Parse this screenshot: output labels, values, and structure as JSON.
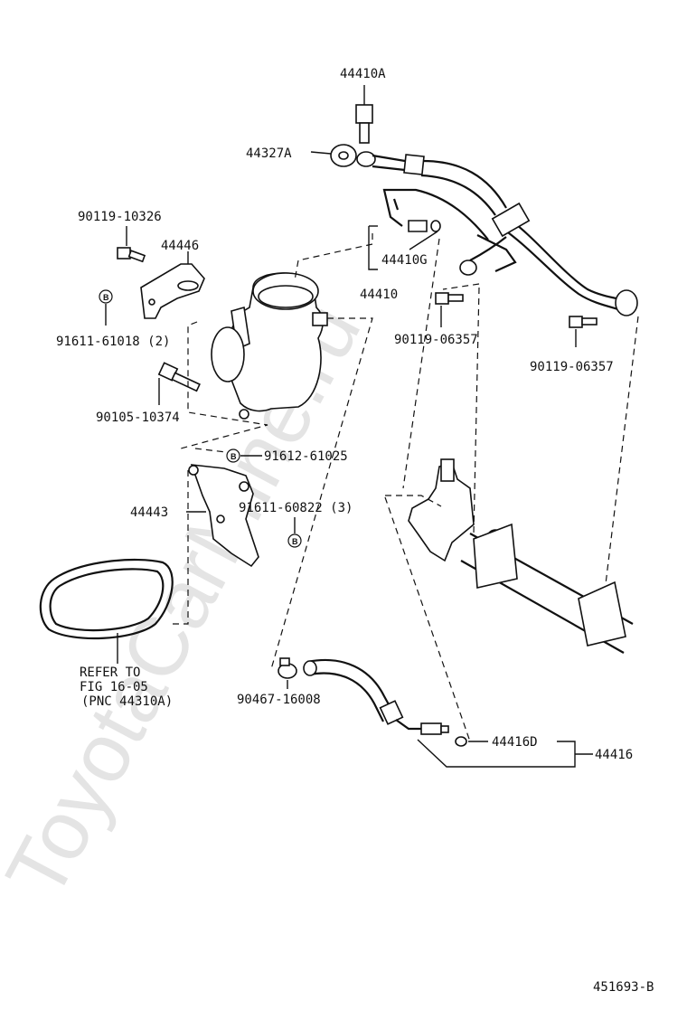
{
  "watermark": "ToyotaCarMine.ru",
  "labels": {
    "p44410A": "44410A",
    "p44327A": "44327A",
    "p9011910326": "90119-10326",
    "p44446": "44446",
    "p44410G": "44410G",
    "p44410": "44410",
    "p9011906357a": "90119-06357",
    "p9011906357b": "90119-06357",
    "p9161161018": "91611-61018 (2)",
    "p9010510374": "90105-10374",
    "p9161261025": "91612-61025",
    "p44443": "44443",
    "p9161160822": "91611-60822 (3)",
    "refer1": "REFER TO",
    "refer2": "FIG 16-05",
    "refer3": "(PNC 44310A)",
    "p9046716008": "90467-16008",
    "p44416D": "44416D",
    "p44416": "44416",
    "figure_id": "451693-B"
  },
  "markers": {
    "b": "B"
  }
}
